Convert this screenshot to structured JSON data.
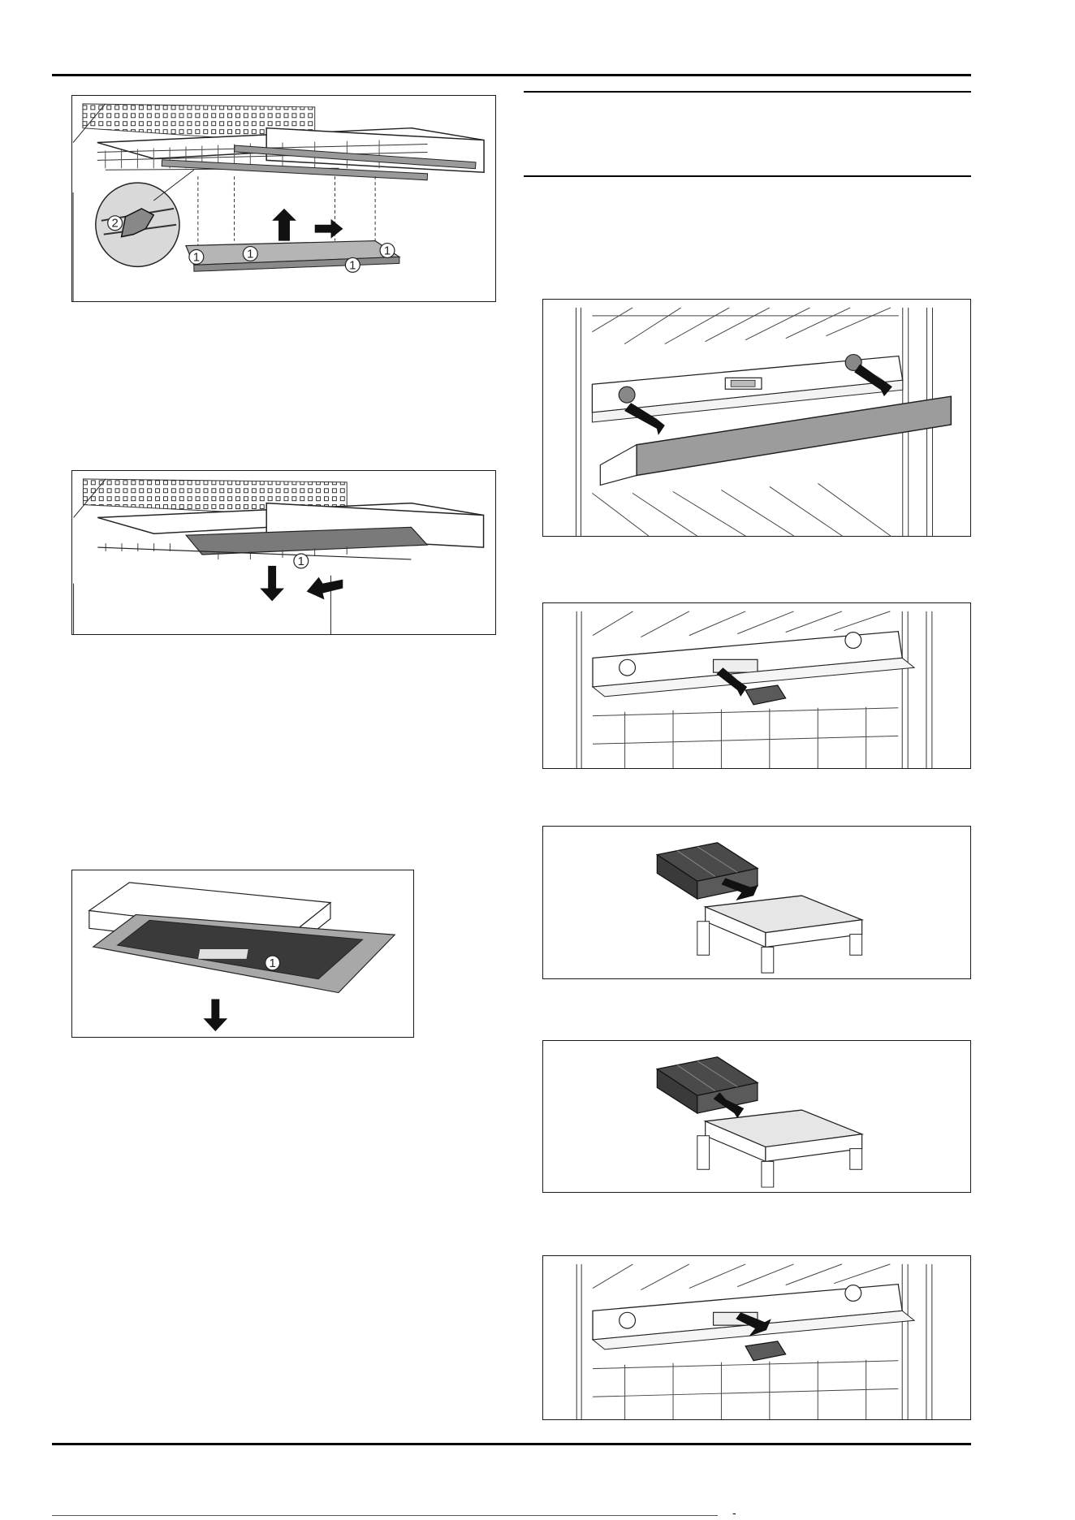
{
  "figures": {
    "fig1": {
      "callouts": [
        "1",
        "1",
        "1",
        "1",
        "2"
      ]
    },
    "fig2": {
      "callouts": [
        "1"
      ]
    },
    "fig3": {
      "callouts": [
        "1"
      ]
    }
  },
  "footer": {
    "mark": "-"
  },
  "colors": {
    "line": "#1a1a1a",
    "shade": "#8a8a8a",
    "panel": "#e6e6e6",
    "arrow": "#111111"
  }
}
